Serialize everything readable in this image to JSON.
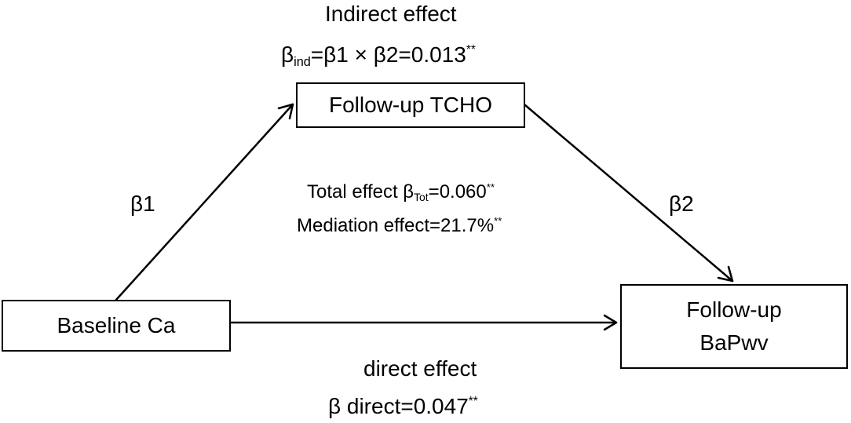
{
  "nodes": {
    "mediator": "Follow-up TCHO",
    "independent": "Baseline Ca",
    "outcome_line1": "Follow-up",
    "outcome_line2": "BaPwv"
  },
  "paths": {
    "a_label": "β1",
    "b_label": "β2"
  },
  "indirect": {
    "title": "Indirect effect",
    "beta_symbol": "β",
    "beta_subscript": "ind",
    "formula_rest": "=β1 × β2=0.013",
    "significance": "**"
  },
  "total": {
    "prefix": "Total effect β",
    "subscript": "Tot",
    "value": "=0.060",
    "significance": "**"
  },
  "mediation": {
    "text": "Mediation effect=21.7%",
    "significance": "**"
  },
  "direct": {
    "title": "direct effect",
    "formula": "β direct=0.047",
    "significance": "**"
  }
}
